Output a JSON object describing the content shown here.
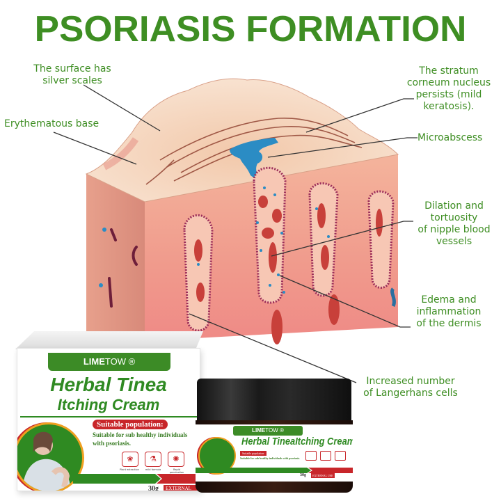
{
  "title": "PSORIASIS FORMATION",
  "colors": {
    "title_green": "#3e8e23",
    "label_green": "#3e8e23",
    "skin_pink": "#f2a08c",
    "scale_cream": "#f5dcc8",
    "microabscess_blue": "#2b8cc4",
    "vessel_red": "#c8403a",
    "papilla_purple": "#9b2d5a",
    "brand_green": "#3c8b26",
    "accent_red": "#c8262a"
  },
  "labels": {
    "silver_scales": [
      "The surface has",
      "silver scales"
    ],
    "erythematous": [
      "Erythematous base"
    ],
    "stratum_corneum": [
      "The stratum",
      "corneum nucleus",
      "persists (mild",
      "keratosis)."
    ],
    "microabscess": [
      "Microabscess"
    ],
    "dilation": [
      "Dilation and",
      "tortuosity",
      "of nipple blood",
      "vessels"
    ],
    "edema": [
      "Edema and",
      "inflammation",
      "of the dermis"
    ],
    "langerhans": [
      "Increased number",
      "of Langerhans cells"
    ]
  },
  "product_box": {
    "brand_bold": "LIME",
    "brand_light": "TOW",
    "registered": "®",
    "name_line1": "Herbal Tinea",
    "name_line2": "Itching Cream",
    "suitable_heading": "Suitable population:",
    "suitable_text": "Suitable for sub healthy individuals with psoriasis.",
    "icons": [
      {
        "icon": "plant-extraction-icon",
        "label": "Plant extraction",
        "glyph": "❀"
      },
      {
        "icon": "mild-formula-icon",
        "label": "mild formula",
        "glyph": "⚗"
      },
      {
        "icon": "rapid-penetration-icon",
        "label": "Rapid penetration",
        "glyph": "✺"
      }
    ],
    "weight": "30g",
    "usage": "EXTERNAL USE"
  },
  "product_jar": {
    "brand_bold": "LIME",
    "brand_light": "TOW",
    "registered": "®",
    "name": "Herbal TineaItching Cream",
    "suitable_heading": "Suitable population:",
    "suitable_text": "Suitable for sub healthy individuals with psoriasis.",
    "weight": "30g",
    "usage": "EXTERNAL USE"
  }
}
